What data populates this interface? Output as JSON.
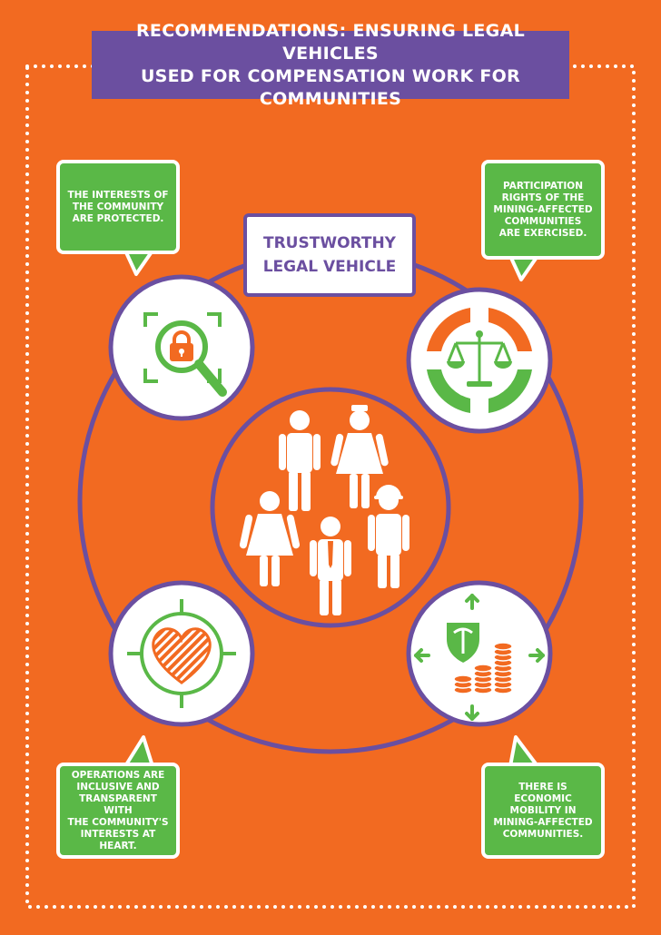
{
  "title": {
    "line1": "RECOMMENDATIONS:  ENSURING LEGAL VEHICLES",
    "line2": "USED FOR COMPENSATION WORK FOR COMMUNITIES"
  },
  "center_label": {
    "line1": "TRUSTWORTHY",
    "line2": "LEGAL VEHICLE"
  },
  "bubbles": {
    "top_left": [
      "THE INTERESTS OF",
      "THE COMMUNITY",
      "ARE PROTECTED."
    ],
    "top_right": [
      "PARTICIPATION",
      "RIGHTS OF THE",
      "MINING-AFFECTED",
      "COMMUNITIES",
      "ARE EXERCISED."
    ],
    "bottom_left": [
      "OPERATIONS ARE",
      "INCLUSIVE AND",
      "TRANSPARENT WITH",
      "THE COMMUNITY'S",
      "INTERESTS AT HEART."
    ],
    "bottom_right": [
      "THERE IS ECONOMIC",
      "MOBILITY IN",
      "MINING-AFFECTED",
      "COMMUNITIES."
    ]
  },
  "icons": {
    "top_left": "security-lock-search-icon",
    "top_right": "balance-scale-icon",
    "bottom_left": "heart-target-icon",
    "bottom_right": "mining-coins-mobility-icon",
    "center": "community-people-icon"
  },
  "colors": {
    "background": "#f26a21",
    "purple": "#6b4fa0",
    "green": "#5ab847",
    "white": "#ffffff"
  }
}
